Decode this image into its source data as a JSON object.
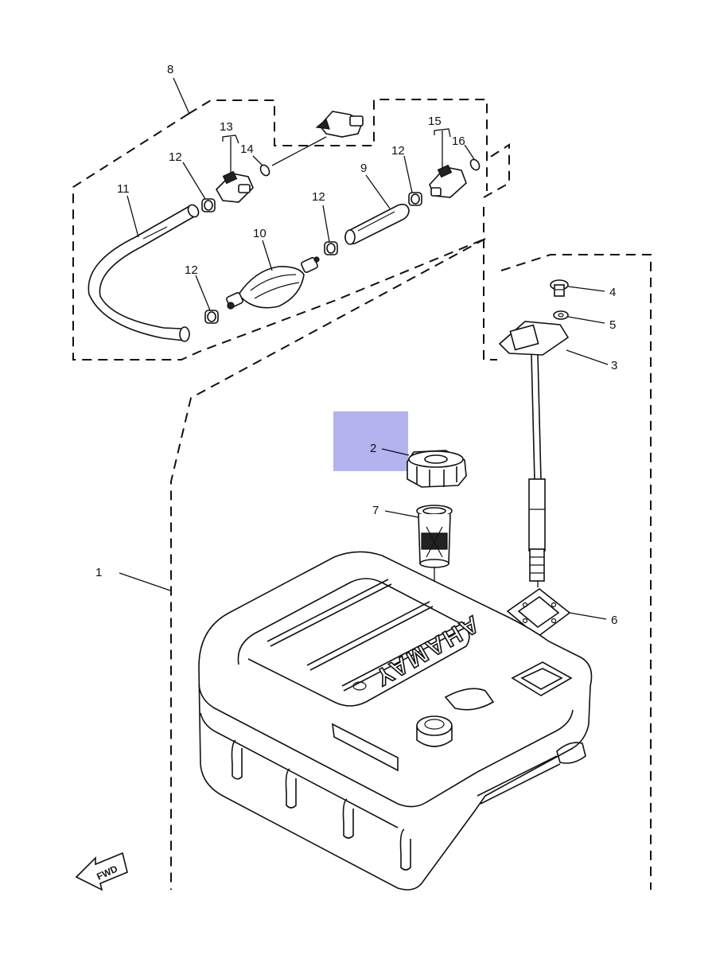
{
  "callouts": {
    "p1": "1",
    "p2": "2",
    "p3": "3",
    "p4": "4",
    "p5": "5",
    "p6": "6",
    "p7": "7",
    "p8": "8",
    "p9": "9",
    "p10": "10",
    "p11": "11",
    "p12a": "12",
    "p12b": "12",
    "p12c": "12",
    "p12d": "12",
    "p13": "13",
    "p14": "14",
    "p15": "15",
    "p16": "16"
  },
  "tank_brand": "YAMAHA",
  "fwd_label": "FWD",
  "colors": {
    "highlight": "#b3b3f0",
    "line": "#111111",
    "background": "#ffffff"
  },
  "highlighted_part": "2"
}
